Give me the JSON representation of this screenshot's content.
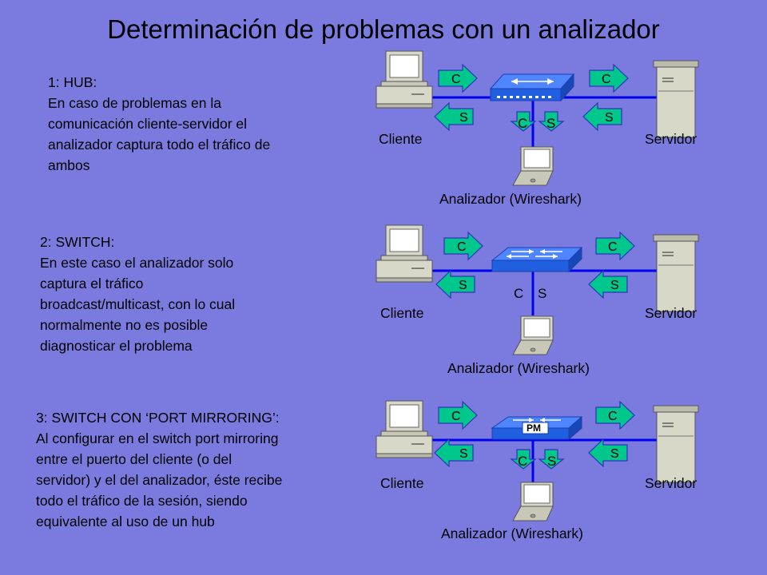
{
  "title": "Determinación de problemas con un analizador",
  "sections": [
    {
      "lines": [
        "1: HUB:",
        "En caso de problemas en la",
        "comunicación cliente-servidor el",
        "analizador captura todo el tráfico de",
        "ambos"
      ],
      "client_label": "Cliente",
      "server_label": "Servidor",
      "analyzer_label": "Analizador (Wireshark)",
      "device": "hub"
    },
    {
      "lines": [
        "2: SWITCH:",
        "En este caso el analizador solo",
        "captura el tráfico",
        "broadcast/multicast, con lo cual",
        "normalmente no es posible",
        "diagnosticar el problema"
      ],
      "client_label": "Cliente",
      "server_label": "Servidor",
      "analyzer_label": "Analizador (Wireshark)",
      "device": "switch"
    },
    {
      "lines": [
        "3: SWITCH CON ‘PORT MIRRORING’:",
        "Al configurar en el switch port mirroring",
        "entre el puerto del cliente (o del",
        "servidor) y el del analizador, éste recibe",
        "todo el tráfico de la sesión, siendo",
        "equivalente al uso de un hub"
      ],
      "client_label": "Cliente",
      "server_label": "Servidor",
      "analyzer_label": "Analizador (Wireshark)",
      "device": "switch-pm",
      "pm_label": "PM"
    }
  ],
  "arrow_labels": {
    "client": "C",
    "server": "S"
  },
  "colors": {
    "background": "#7b7bdf",
    "link": "#0000ee",
    "arrow_fill": "#00c88c",
    "arrow_stroke": "#3030c0",
    "device_blue": "#1f5fe0"
  }
}
